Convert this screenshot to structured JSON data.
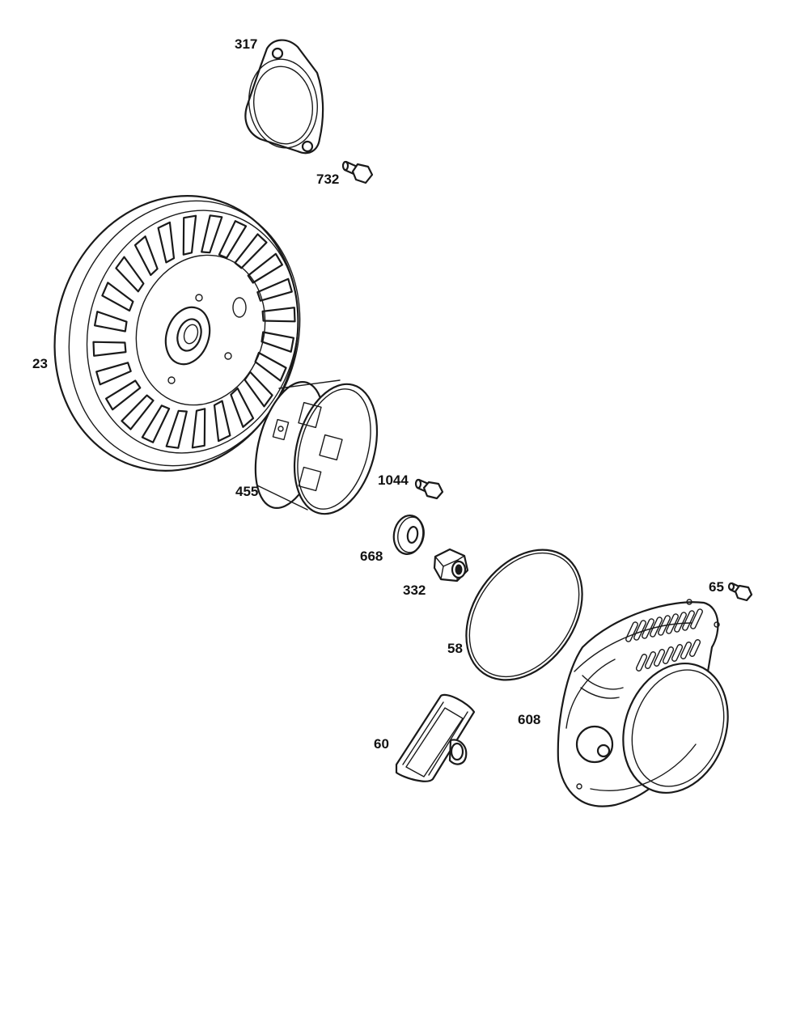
{
  "callouts": {
    "p317": "317",
    "p732": "732",
    "p23": "23",
    "p455": "455",
    "p1044": "1044",
    "p668": "668",
    "p332": "332",
    "p65": "65",
    "p58": "58",
    "p608": "608",
    "p60": "60"
  },
  "colors": {
    "line": "#1a1a1a",
    "background": "#ffffff"
  }
}
